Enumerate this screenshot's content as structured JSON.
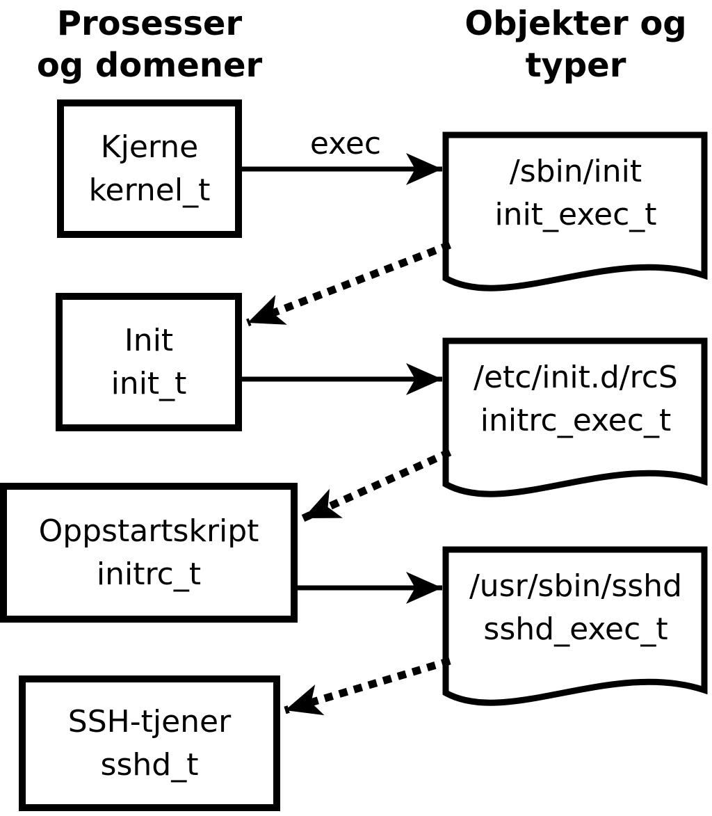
{
  "headers": {
    "left": {
      "line1": "Prosesser",
      "line2": "og domener"
    },
    "right": {
      "line1": "Objekter og",
      "line2": "typer"
    }
  },
  "processes": [
    {
      "name": "Kjerne",
      "type": "kernel_t"
    },
    {
      "name": "Init",
      "type": "init_t"
    },
    {
      "name": "Oppstartskript",
      "type": "initrc_t"
    },
    {
      "name": "SSH-tjener",
      "type": "sshd_t"
    }
  ],
  "objects": [
    {
      "path": "/sbin/init",
      "type": "init_exec_t"
    },
    {
      "path": "/etc/init.d/rcS",
      "type": "initrc_exec_t"
    },
    {
      "path": "/usr/sbin/sshd",
      "type": "sshd_exec_t"
    }
  ],
  "edges": [
    {
      "from": "kernel_t",
      "to": "init_exec_t",
      "style": "solid",
      "label": "exec"
    },
    {
      "from": "init_exec_t",
      "to": "init_t",
      "style": "dotted",
      "label": ""
    },
    {
      "from": "init_t",
      "to": "initrc_exec_t",
      "style": "solid",
      "label": ""
    },
    {
      "from": "initrc_exec_t",
      "to": "initrc_t",
      "style": "dotted",
      "label": ""
    },
    {
      "from": "initrc_t",
      "to": "sshd_exec_t",
      "style": "solid",
      "label": ""
    },
    {
      "from": "sshd_exec_t",
      "to": "sshd_t",
      "style": "dotted",
      "label": ""
    }
  ],
  "colors": {
    "stroke": "#000000",
    "background": "#ffffff"
  }
}
